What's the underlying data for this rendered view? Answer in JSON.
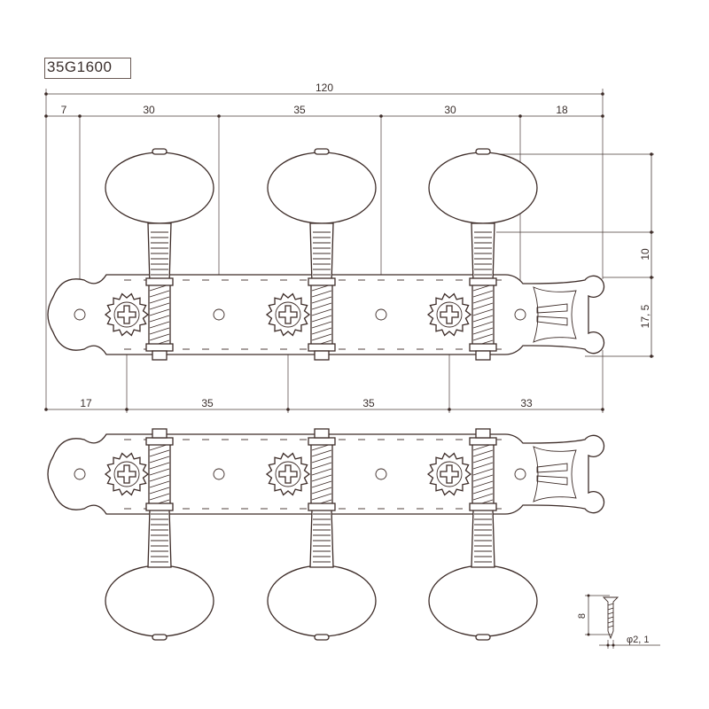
{
  "title": "35G1600",
  "top_dimensions": {
    "overall": "120",
    "segments": [
      "7",
      "30",
      "35",
      "30",
      "18"
    ]
  },
  "bottom_dimensions": [
    "17",
    "35",
    "35",
    "33"
  ],
  "side_dimensions": [
    "10",
    "17, 5"
  ],
  "screw": {
    "length": "8",
    "diameter": "φ2, 1"
  },
  "colors": {
    "line": "#3d2c28",
    "text": "#3a2f2c",
    "background": "#ffffff"
  }
}
